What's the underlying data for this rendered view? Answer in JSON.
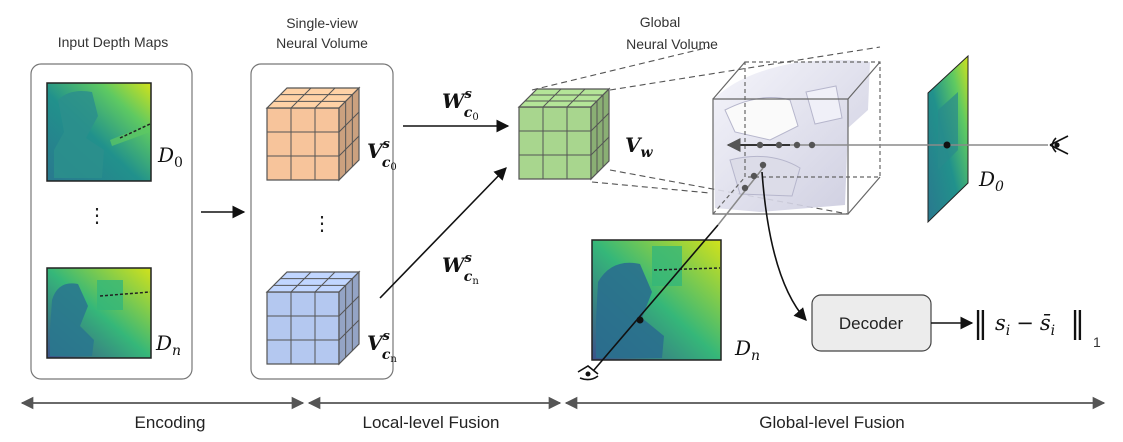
{
  "labels": {
    "input_depth_maps": "Input Depth Maps",
    "single_view_line1": "Single-view",
    "single_view_line2": "Neural Volume",
    "global_line1": "Global",
    "global_line2": "Neural Volume",
    "decoder": "Decoder",
    "ellipsis": "⋮"
  },
  "math": {
    "D0": {
      "base": "D",
      "sub": "0"
    },
    "Dn": {
      "base": "D",
      "sub": "n"
    },
    "Vc0": {
      "base": "V",
      "sup": "s",
      "sub": "c",
      "subsub": "0"
    },
    "Vcn": {
      "base": "V",
      "sup": "s",
      "sub": "c",
      "subsub": "n"
    },
    "Wc0": {
      "base": "W",
      "sup": "s",
      "sub": "c",
      "subsub": "0"
    },
    "Wcn": {
      "base": "W",
      "sup": "s",
      "sub": "c",
      "subsub": "n"
    },
    "Vw": {
      "base": "V",
      "sub": "w"
    },
    "loss": {
      "s": "s",
      "i": "i",
      "minus": "−",
      "sbar": "s̄",
      "norm_sub": "1",
      "bars": "‖"
    }
  },
  "stages": [
    {
      "label": "Encoding"
    },
    {
      "label": "Local-level Fusion"
    },
    {
      "label": "Global-level Fusion"
    }
  ],
  "colors": {
    "orange_cube": "#f7c49b",
    "blue_cube": "#b4c8f0",
    "green_cube": "#a8d68e",
    "decoder_fill": "#ececec",
    "depth_low": "#35b779",
    "depth_mid": "#2a788e",
    "depth_dark": "#3b528b",
    "depth_high": "#d2e21b"
  }
}
